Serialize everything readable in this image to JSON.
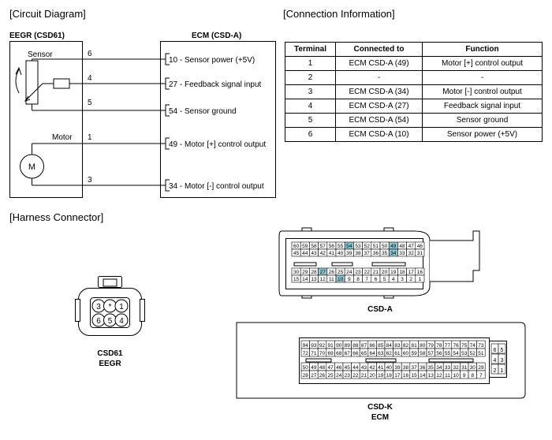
{
  "sections": {
    "circuit": "[Circuit Diagram]",
    "connection": "[Connection Information]",
    "harness": "[Harness Connector]"
  },
  "circuit": {
    "left_title": "EEGR (CSD61)",
    "right_title": "ECM (CSD-A)",
    "sensor_label": "Sensor",
    "motor_label": "Motor",
    "motor_symbol": "M",
    "left_pins": [
      "6",
      "4",
      "5",
      "1",
      "3"
    ],
    "ecm_pins": [
      "10 - Sensor power (+5V)",
      "27 - Feedback signal input",
      "54 - Sensor ground",
      "49 - Motor [+] control output",
      "34 - Motor [-] control output"
    ]
  },
  "connection_table": {
    "headers": [
      "Terminal",
      "Connected to",
      "Function"
    ],
    "rows": [
      [
        "1",
        "ECM CSD-A (49)",
        "Motor [+] control output"
      ],
      [
        "2",
        "-",
        "-"
      ],
      [
        "3",
        "ECM CSD-A (34)",
        "Motor [-] control output"
      ],
      [
        "4",
        "ECM CSD-A (27)",
        "Feedback signal input"
      ],
      [
        "5",
        "ECM CSD-A (54)",
        "Sensor ground"
      ],
      [
        "6",
        "ECM CSD-A (10)",
        "Sensor power (+5V)"
      ]
    ]
  },
  "csd61": {
    "label_1": "CSD61",
    "label_2": "EEGR",
    "top_row": [
      "3",
      "*",
      "1"
    ],
    "bottom_row": [
      "6",
      "5",
      "4"
    ]
  },
  "csd_a": {
    "label": "CSD-A",
    "row1": [
      "60",
      "59",
      "58",
      "57",
      "56",
      "55",
      "54",
      "53",
      "52",
      "51",
      "50",
      "49",
      "48",
      "47",
      "46"
    ],
    "row2": [
      "45",
      "44",
      "43",
      "42",
      "41",
      "40",
      "39",
      "38",
      "37",
      "36",
      "35",
      "34",
      "33",
      "32",
      "31"
    ],
    "row3": [
      "30",
      "29",
      "28",
      "27",
      "26",
      "25",
      "24",
      "23",
      "22",
      "21",
      "20",
      "19",
      "18",
      "17",
      "16"
    ],
    "row4": [
      "15",
      "14",
      "13",
      "12",
      "11",
      "10",
      "9",
      "8",
      "7",
      "6",
      "5",
      "4",
      "3",
      "2",
      "1"
    ],
    "highlight": [
      "54",
      "49",
      "34",
      "27",
      "10"
    ],
    "highlight_color": "#8fc6d0"
  },
  "csd_k": {
    "label_1": "CSD-K",
    "label_2": "ECM",
    "row1": [
      "94",
      "93",
      "92",
      "91",
      "90",
      "89",
      "88",
      "87",
      "86",
      "85",
      "84",
      "83",
      "82",
      "81",
      "80",
      "79",
      "78",
      "77",
      "76",
      "75",
      "74",
      "73"
    ],
    "row2": [
      "72",
      "71",
      "70",
      "69",
      "68",
      "67",
      "66",
      "65",
      "64",
      "63",
      "62",
      "61",
      "60",
      "59",
      "58",
      "57",
      "56",
      "55",
      "54",
      "53",
      "52",
      "51"
    ],
    "row3": [
      "50",
      "49",
      "48",
      "47",
      "46",
      "45",
      "44",
      "43",
      "42",
      "41",
      "40",
      "39",
      "38",
      "37",
      "36",
      "35",
      "34",
      "33",
      "32",
      "31",
      "30",
      "29"
    ],
    "row4": [
      "28",
      "27",
      "26",
      "25",
      "24",
      "23",
      "22",
      "21",
      "20",
      "19",
      "18",
      "17",
      "16",
      "15",
      "14",
      "13",
      "12",
      "11",
      "10",
      "9",
      "8",
      "7"
    ],
    "side": [
      [
        "6",
        "5"
      ],
      [
        "4",
        "3"
      ],
      [
        "2",
        "1"
      ]
    ]
  }
}
